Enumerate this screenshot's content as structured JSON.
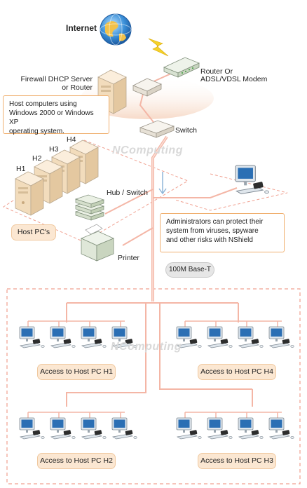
{
  "internet": {
    "label": "Internet"
  },
  "router": {
    "label_line1": "Router Or",
    "label_line2": "ADSL/VDSL Modem"
  },
  "firewall": {
    "label_line1": "Firewall DHCP Server",
    "label_line2": "or Router"
  },
  "host_note": {
    "line1": "Host computers using",
    "line2": "Windows 2000 or Windows XP",
    "line3": "operating system."
  },
  "switch": {
    "label": "Switch"
  },
  "hosts": {
    "labels": [
      "H1",
      "H2",
      "H3",
      "H4"
    ]
  },
  "hub": {
    "label": "Hub / Switch"
  },
  "host_pcs": {
    "label": "Host PC's"
  },
  "admin_note": {
    "line1": "Administrators can protect their",
    "line2": "system from viruses, spyware",
    "line3": "and other risks with NShield"
  },
  "printer": {
    "label": "Printer"
  },
  "network": {
    "label": "100M Base-T"
  },
  "brand": {
    "watermark": "NComputing"
  },
  "groups": [
    {
      "label": "Access to Host PC H1"
    },
    {
      "label": "Access to Host PC H4"
    },
    {
      "label": "Access to Host PC H2"
    },
    {
      "label": "Access to Host PC H3"
    }
  ],
  "colors": {
    "cable": "#f4b6a6",
    "dash": "#f0a090",
    "beige": "#f6e2c0",
    "monitor_screen": "#2b6fb4"
  }
}
